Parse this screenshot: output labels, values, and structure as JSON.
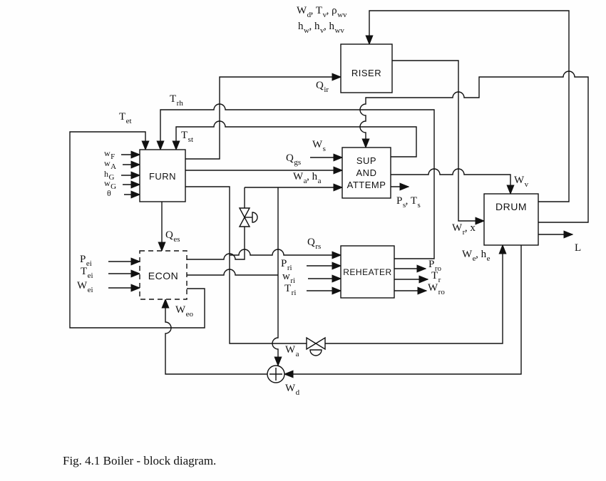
{
  "figure": {
    "caption": "Fig. 4.1 Boiler - block diagram."
  },
  "blocks": {
    "riser": "RISER",
    "furn": "FURN",
    "sup_html": "SUP<br>AND<br>ATTEMP",
    "econ": "ECON",
    "reheater": "REHEATER",
    "drum": "DRUM"
  },
  "signals": {
    "drum_riser_line1_html": "W<sub>d</sub>, T<sub>v</sub>, ρ<sub>wv</sub>",
    "drum_riser_line2_html": "h<sub>w</sub>, h<sub>v</sub>, h<sub>wv</sub>",
    "qir_html": "Q<sub>ir</sub>",
    "trh_html": "T<sub>rh</sub>",
    "tet_html": "T<sub>et</sub>",
    "tst_html": "T<sub>st</sub>",
    "wf_html": "w<sub>F</sub>",
    "wa_air_html": "w<sub>A</sub>",
    "hg_html": "h<sub>G</sub>",
    "wg_html": "w<sub>G</sub>",
    "theta_html": "θ",
    "ws_html": "W<sub>s</sub>",
    "qgs_html": "Q<sub>gs</sub>",
    "wa_ha_html": "W<sub>a</sub>, h<sub>a</sub>",
    "ps_ts_html": "P<sub>s</sub>, T<sub>s</sub>",
    "wv_html": "W<sub>v</sub>",
    "wr_x_html": "W<sub>r</sub>, x",
    "level_html": "L",
    "we_he_html": "W<sub>e</sub>, h<sub>e</sub>",
    "qes_html": "Q<sub>es</sub>",
    "pei_html": "P<sub>ei</sub>",
    "tei_html": "T<sub>ei</sub>",
    "wei_html": "W<sub>ei</sub>",
    "weo_html": "W<sub>eo</sub>",
    "qrs_html": "Q<sub>rs</sub>",
    "pri_html": "P<sub>ri</sub>",
    "wri_html": "w<sub>ri</sub>",
    "tri_html": "T<sub>ri</sub>",
    "pro_html": "P<sub>ro</sub>",
    "tr_html": "T<sub>r</sub>",
    "wro_html": "W<sub>ro</sub>",
    "wa_sum_html": "W<sub>a</sub>",
    "wd_sum_html": "W<sub>d</sub>"
  }
}
